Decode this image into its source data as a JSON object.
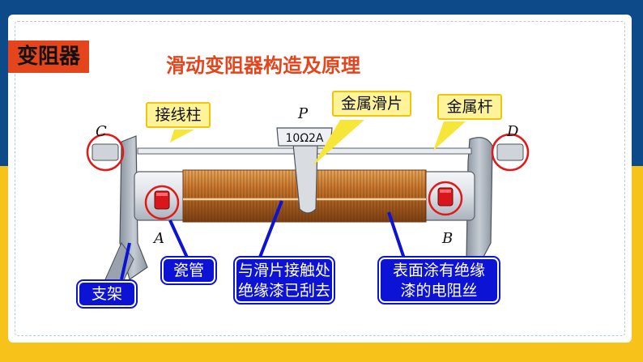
{
  "header": {
    "section_tag": "变阻器",
    "title": "滑动变阻器构造及原理"
  },
  "callouts": {
    "binding_post": "接线柱",
    "metal_slider": "金属滑片",
    "metal_rod": "金属杆",
    "ceramic_tube": "瓷管",
    "support": "支架",
    "contact_line1": "与滑片接触处",
    "contact_line2": "绝缘漆已刮去",
    "wire_line1": "表面涂有绝缘",
    "wire_line2": "漆的电阻丝"
  },
  "diagram": {
    "point_P": "P",
    "point_A": "A",
    "point_B": "B",
    "point_C": "C",
    "point_D": "D",
    "slider_rating": "10Ω2A"
  },
  "colors": {
    "top_band": "#0d4a8a",
    "bottom_band": "#f7c21a",
    "accent_red": "#e4451c",
    "callout_blue": "#0c13d4",
    "callout_yellow": "#fff39a",
    "coil_copper": "#c8752c"
  }
}
